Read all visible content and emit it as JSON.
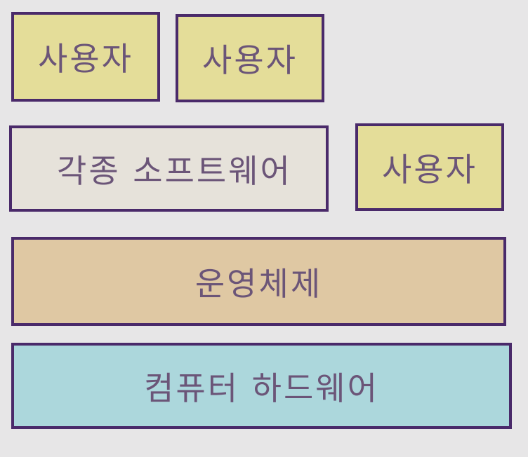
{
  "colors": {
    "background": "#e7e6e7",
    "border": "#4a2a6a",
    "text": "#6b5578",
    "user_fill": "#e4dd99",
    "software_fill": "#e6e2da",
    "os_fill": "#dfc8a3",
    "hardware_fill": "#acd7dc"
  },
  "layers": {
    "users": [
      {
        "label": "사용자"
      },
      {
        "label": "사용자"
      },
      {
        "label": "사용자"
      }
    ],
    "software": {
      "label": "각종 소프트웨어"
    },
    "operating_system": {
      "label": "운영체제"
    },
    "hardware": {
      "label": "컴퓨터 하드웨어"
    }
  }
}
